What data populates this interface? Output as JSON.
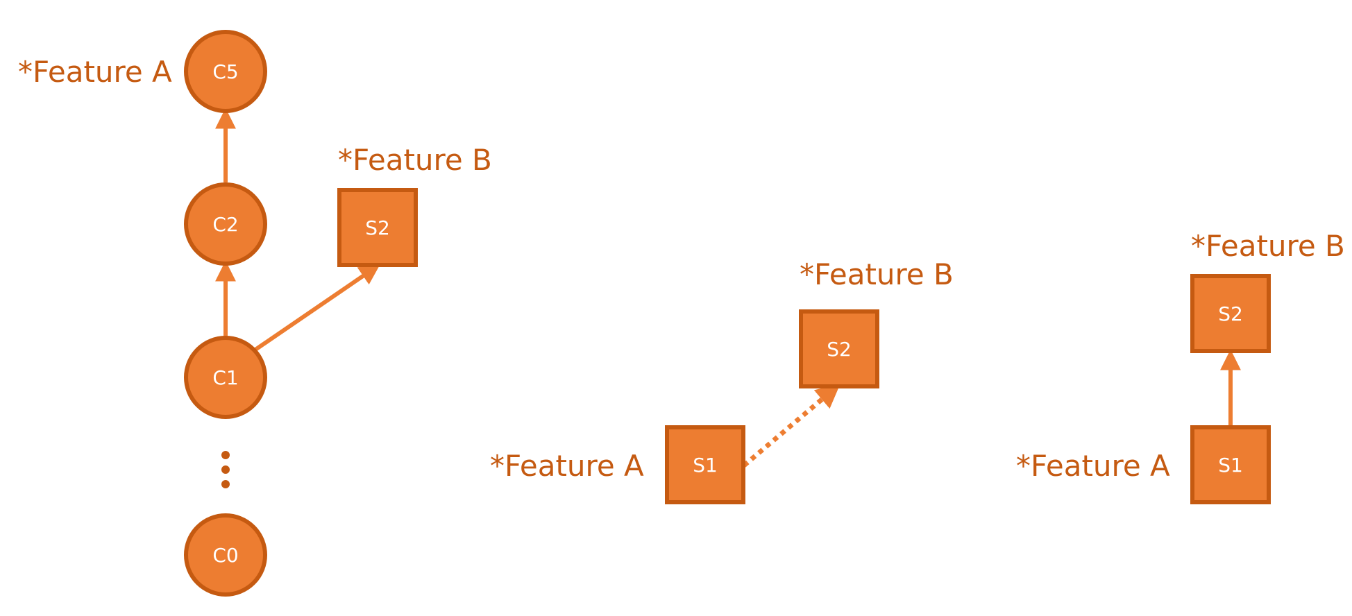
{
  "colors": {
    "node_fill": "#ed7d31",
    "node_stroke": "#c55a11",
    "edge": "#ed7d31",
    "label": "#c55a11",
    "node_text": "#ffffff"
  },
  "panel1": {
    "commits": {
      "c5": "C5",
      "c2": "C2",
      "c1": "C1",
      "c0": "C0"
    },
    "stash": {
      "s2": "S2"
    },
    "labels": {
      "feature_a": "*Feature A",
      "feature_b": "*Feature B"
    },
    "ellipsis": "⋮"
  },
  "panel2": {
    "nodes": {
      "s1": "S1",
      "s2": "S2"
    },
    "labels": {
      "feature_a": "*Feature A",
      "feature_b": "*Feature B"
    }
  },
  "panel3": {
    "nodes": {
      "s1": "S1",
      "s2": "S2"
    },
    "labels": {
      "feature_a": "*Feature A",
      "feature_b": "*Feature B"
    }
  }
}
